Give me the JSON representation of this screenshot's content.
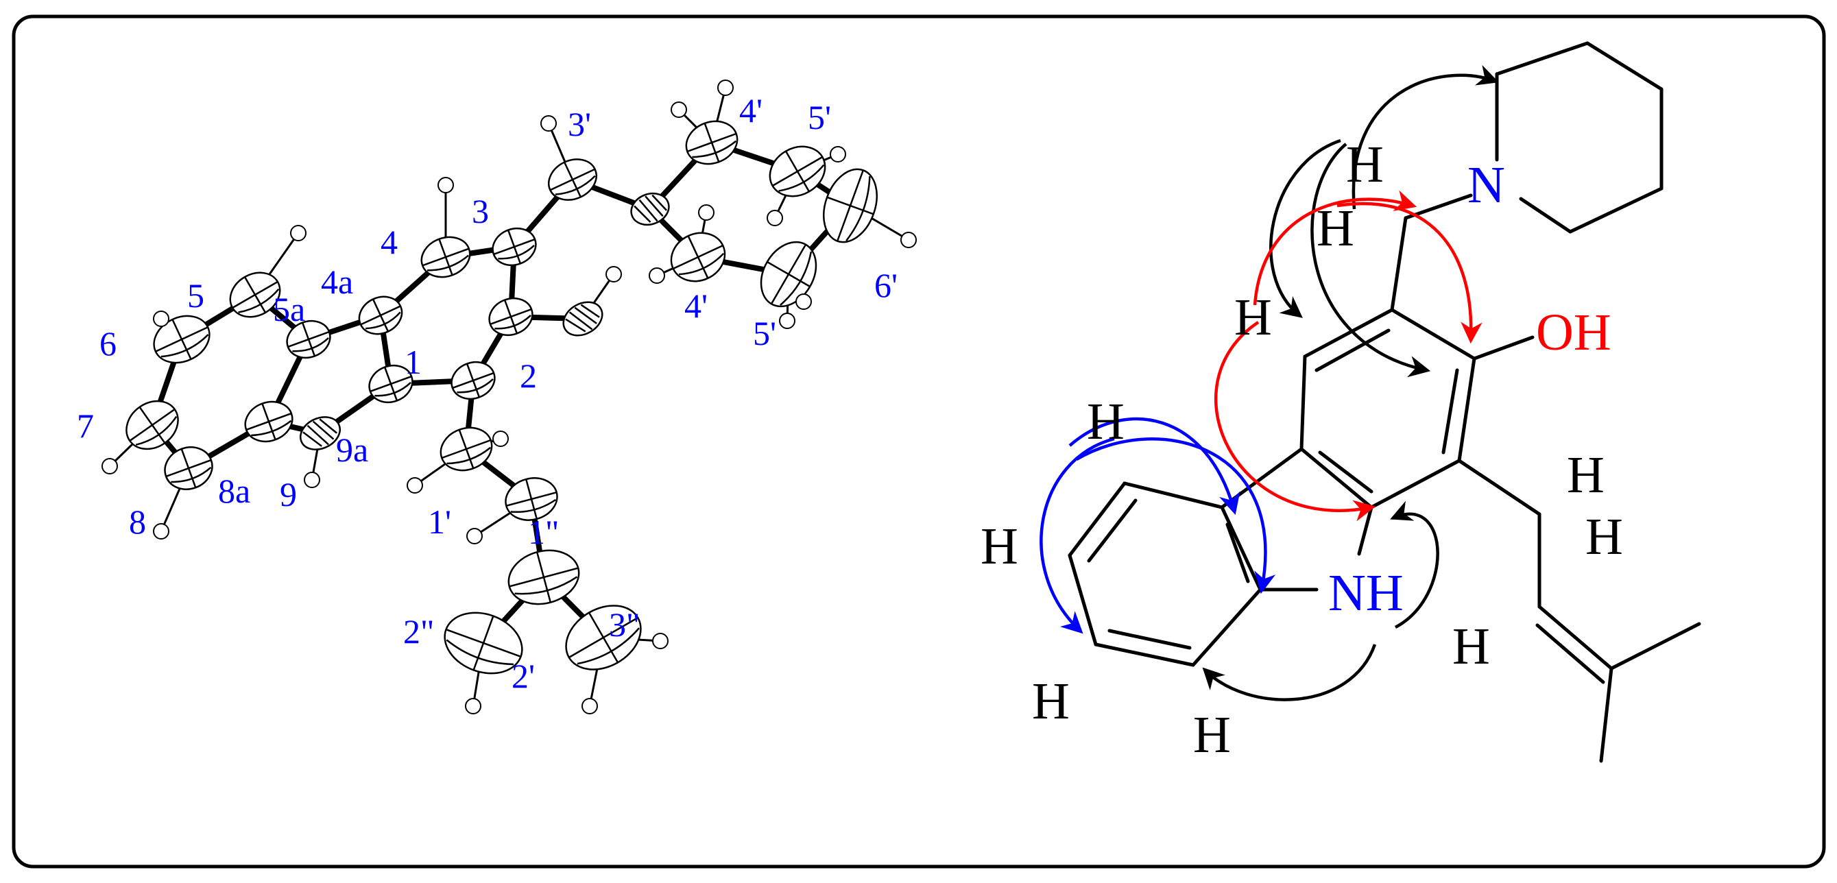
{
  "colors": {
    "frame": "#000000",
    "atom_label": "#0000ff",
    "bond": "#000000",
    "arrow_black": "#000000",
    "arrow_red": "#ff0000",
    "arrow_blue": "#0000ff",
    "hydroxyl": "#ff0000",
    "amine": "#0000ff"
  },
  "crystal_structure": {
    "atom_labels": [
      "1",
      "2",
      "3",
      "4",
      "4a",
      "5",
      "5a",
      "6",
      "7",
      "8",
      "8a",
      "9",
      "9a",
      "1'",
      "1\"",
      "2'",
      "2\"",
      "3'",
      "3\"",
      "4'",
      "4'",
      "5'",
      "5'",
      "6'"
    ]
  },
  "chemical_structure": {
    "labels": {
      "oh": "OH",
      "nh": "NH",
      "n": "N",
      "h": "H"
    },
    "correlation_arrows": {
      "black": "black-arrow",
      "red": "red-arrow",
      "blue": "blue-arrow"
    }
  }
}
